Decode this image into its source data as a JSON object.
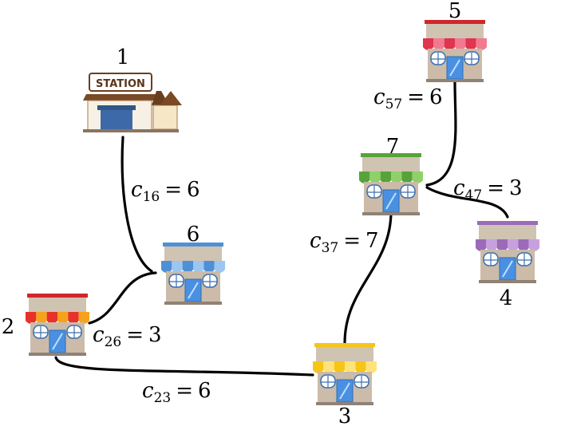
{
  "nodes": [
    {
      "id": "1",
      "label": "1",
      "kind": "station",
      "sign_text": "STATION"
    },
    {
      "id": "2",
      "label": "2",
      "kind": "shop",
      "awning_color": "#e8312a",
      "awning_alt": "#f7a21c",
      "roof_color": "#d2262c"
    },
    {
      "id": "3",
      "label": "3",
      "kind": "shop",
      "awning_color": "#f5c518",
      "awning_alt": "#ffe27a",
      "roof_color": "#f5c518"
    },
    {
      "id": "4",
      "label": "4",
      "kind": "shop",
      "awning_color": "#9b6bb8",
      "awning_alt": "#c7a1dd",
      "roof_color": "#9b6bb8"
    },
    {
      "id": "5",
      "label": "5",
      "kind": "shop",
      "awning_color": "#e0344f",
      "awning_alt": "#f27a90",
      "roof_color": "#d2262c"
    },
    {
      "id": "6",
      "label": "6",
      "kind": "shop",
      "awning_color": "#4f8fd6",
      "awning_alt": "#9cc6ef",
      "roof_color": "#4f8fd6"
    },
    {
      "id": "7",
      "label": "7",
      "kind": "shop",
      "awning_color": "#57a33a",
      "awning_alt": "#8fd06a",
      "roof_color": "#57a33a"
    }
  ],
  "edges": [
    {
      "id": "e16",
      "from": "1",
      "to": "6",
      "symbol": "c",
      "subscript": "16",
      "value": "6"
    },
    {
      "id": "e26",
      "from": "2",
      "to": "6",
      "symbol": "c",
      "subscript": "26",
      "value": "3"
    },
    {
      "id": "e23",
      "from": "2",
      "to": "3",
      "symbol": "c",
      "subscript": "23",
      "value": "6"
    },
    {
      "id": "e37",
      "from": "3",
      "to": "7",
      "symbol": "c",
      "subscript": "37",
      "value": "7"
    },
    {
      "id": "e57",
      "from": "5",
      "to": "7",
      "symbol": "c",
      "subscript": "57",
      "value": "6"
    },
    {
      "id": "e47",
      "from": "4",
      "to": "7",
      "symbol": "c",
      "subscript": "47",
      "value": "3"
    }
  ],
  "eq_sign": "="
}
